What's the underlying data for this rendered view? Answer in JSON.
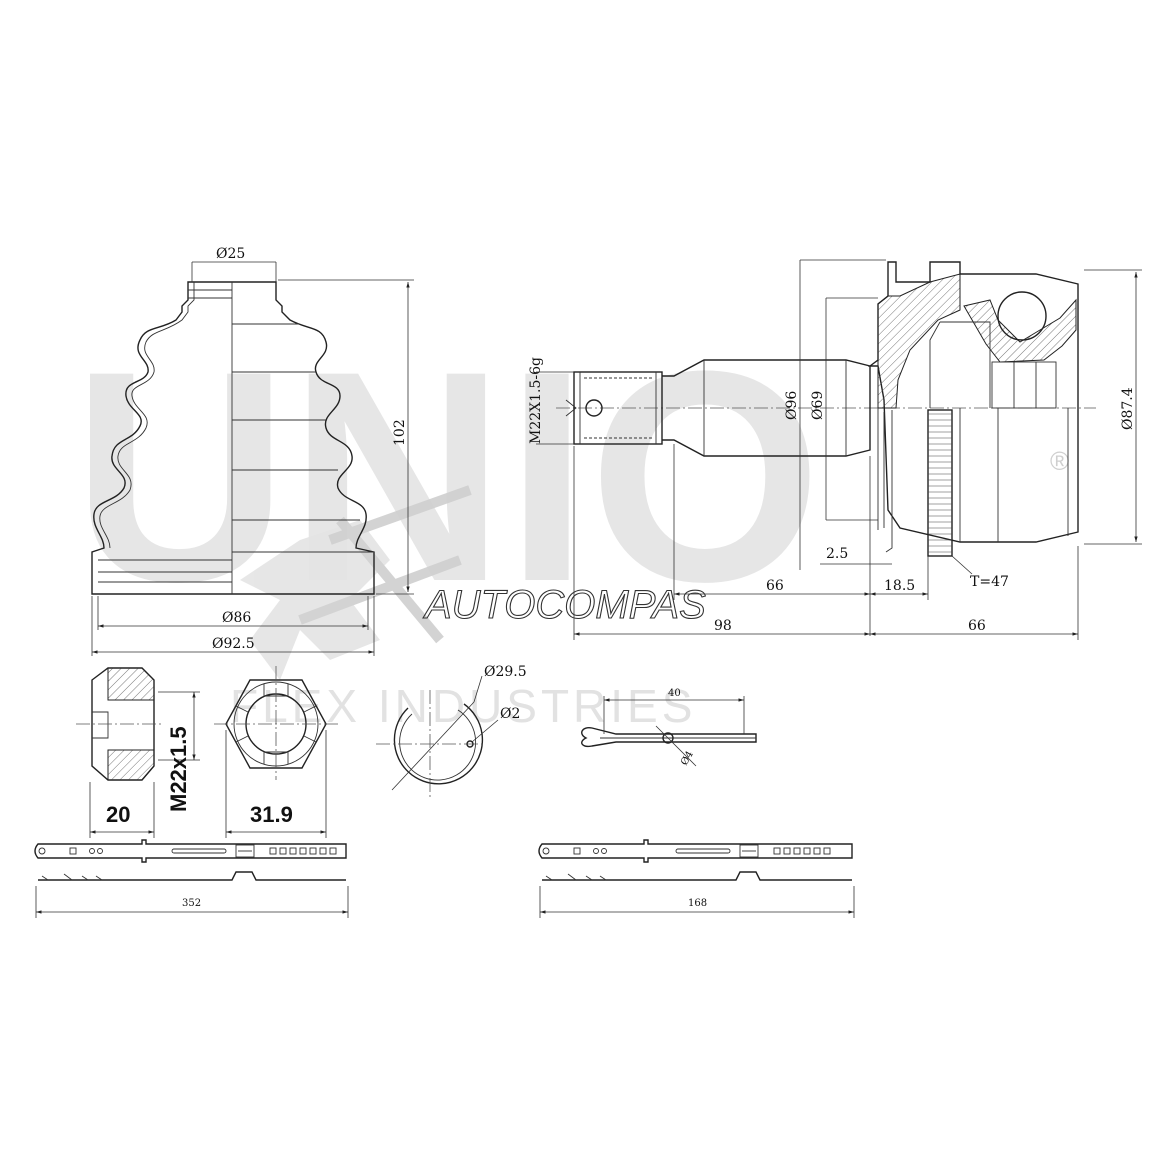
{
  "watermark": {
    "brand": "UNIO",
    "registered": "®",
    "line1": "AUTOCOMPAS",
    "line2": "FLEX INDUSTRIES"
  },
  "boot": {
    "dia_top": "Ø25",
    "height": "102",
    "dia_bottom_inner": "Ø86",
    "dia_bottom_outer": "Ø92.5"
  },
  "joint": {
    "thread": "M22X1.5-6g",
    "dia_96": "Ø96",
    "dia_69": "Ø69",
    "dia_outer": "Ø87.4",
    "dim_2_5": "2.5",
    "dim_66_inner": "66",
    "dim_18_5": "18.5",
    "teeth": "T=47",
    "dim_98": "98",
    "dim_66_outer": "66"
  },
  "nut": {
    "thread": "M22x1.5",
    "height": "20",
    "width": "31.9"
  },
  "ring": {
    "dia": "Ø29.5",
    "wire": "Ø2"
  },
  "pin": {
    "length": "40",
    "dia": "Ø4"
  },
  "clamps": {
    "large_length": "352",
    "small_length": "168"
  }
}
